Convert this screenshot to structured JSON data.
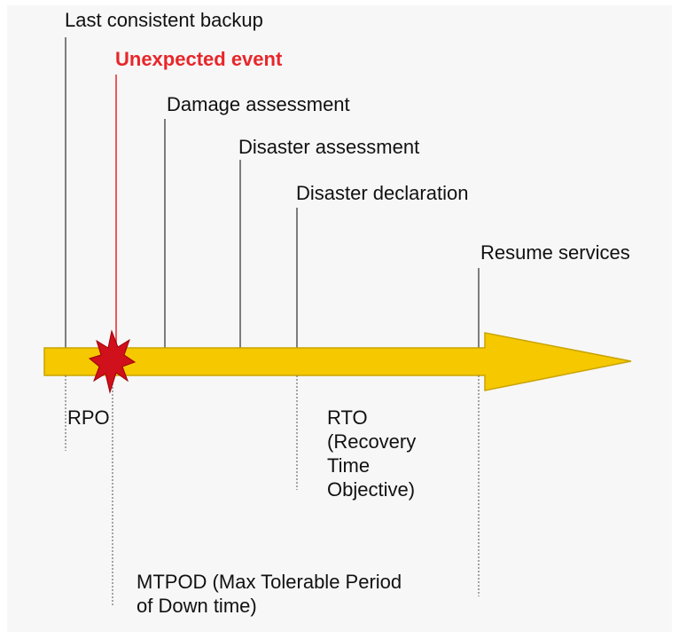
{
  "milestones": {
    "last_backup": "Last consistent backup",
    "unexpected_event": "Unexpected event",
    "damage_assessment": "Damage assessment",
    "disaster_assessment": "Disaster assessment",
    "disaster_declaration": "Disaster declaration",
    "resume_services": "Resume services"
  },
  "intervals": {
    "rpo": "RPO",
    "rto_line1": "RTO",
    "rto_line2": "(Recovery",
    "rto_line3": "Time",
    "rto_line4": "Objective)",
    "mtpod_line1": "MTPOD (Max Tolerable Period",
    "mtpod_line2": "of Down time)"
  },
  "colors": {
    "arrow_fill": "#f5c800",
    "arrow_stroke": "#c9a400",
    "event_color": "#e8262a",
    "burst_fill": "#d0101a"
  }
}
